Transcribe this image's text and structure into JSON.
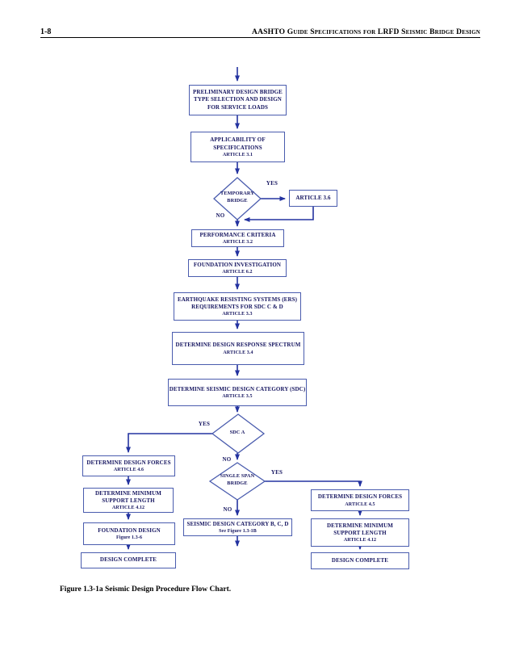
{
  "header": {
    "page_number": "1-8",
    "title": "AASHTO Guide Specifications for LRFD Seismic Bridge Design"
  },
  "flowchart": {
    "nodes": {
      "preliminary_design": {
        "title": "PRELIMINARY DESIGN BRIDGE\nTYPE SELECTION AND DESIGN\nFOR SERVICE LOADS"
      },
      "applicability": {
        "title": "APPLICABILITY OF\nSPECIFICATIONS",
        "subtitle": "ARTICLE 3.1"
      },
      "temporary_bridge": {
        "title": "TEMPORARY\nBRIDGE"
      },
      "article_3_6": {
        "title": "ARTICLE 3.6"
      },
      "performance_criteria": {
        "title": "PERFORMANCE CRITERIA",
        "subtitle": "ARTICLE 3.2"
      },
      "foundation_investigation": {
        "title": "FOUNDATION INVESTIGATION",
        "subtitle": "ARTICLE 6.2"
      },
      "ers_requirements": {
        "title": "EARTHQUAKE RESISTING SYSTEMS (ERS)\nREQUIREMENTS FOR SDC C & D",
        "subtitle": "ARTICLE 3.3"
      },
      "response_spectrum": {
        "title": "DETERMINE DESIGN RESPONSE SPECTRUM",
        "subtitle": "ARTICLE 3.4"
      },
      "seismic_design_category": {
        "title": "DETERMINE SEISMIC DESIGN CATEGORY (SDC)",
        "subtitle": "ARTICLE 3.5"
      },
      "sdc_a": {
        "title": "SDC A"
      },
      "design_forces_left": {
        "title": "DETERMINE DESIGN FORCES",
        "subtitle": "ARTICLE 4.6"
      },
      "support_length_left": {
        "title": "DETERMINE MINIMUM\nSUPPORT LENGTH",
        "subtitle": "ARTICLE 4.12"
      },
      "foundation_design": {
        "title": "FOUNDATION DESIGN",
        "subtitle": "Figure 1.3-6"
      },
      "design_complete_left": {
        "title": "DESIGN COMPLETE"
      },
      "single_span_bridge": {
        "title": "SINGLE SPAN\nBRIDGE"
      },
      "sdc_bcd": {
        "title": "SEISMIC DESIGN CATEGORY B, C, D",
        "subtitle": "See Figure 1.3-1B"
      },
      "design_forces_right": {
        "title": "DETERMINE DESIGN FORCES",
        "subtitle": "ARTICLE 4.5"
      },
      "support_length_right": {
        "title": "DETERMINE MINIMUM\nSUPPORT LENGTH",
        "subtitle": "ARTICLE 4.12"
      },
      "design_complete_right": {
        "title": "DESIGN COMPLETE"
      }
    },
    "labels": {
      "yes_temporary": "YES",
      "no_temporary": "NO",
      "yes_sdc_a": "YES",
      "no_sdc_a": "NO",
      "yes_single_span": "YES",
      "no_single_span": "NO"
    }
  },
  "caption": "Figure 1.3-1a Seismic Design Procedure Flow Chart.",
  "colors": {
    "box_border": "#4a5cae",
    "box_text": "#14145f",
    "connector": "#2433a0",
    "header_text": "#000000"
  }
}
